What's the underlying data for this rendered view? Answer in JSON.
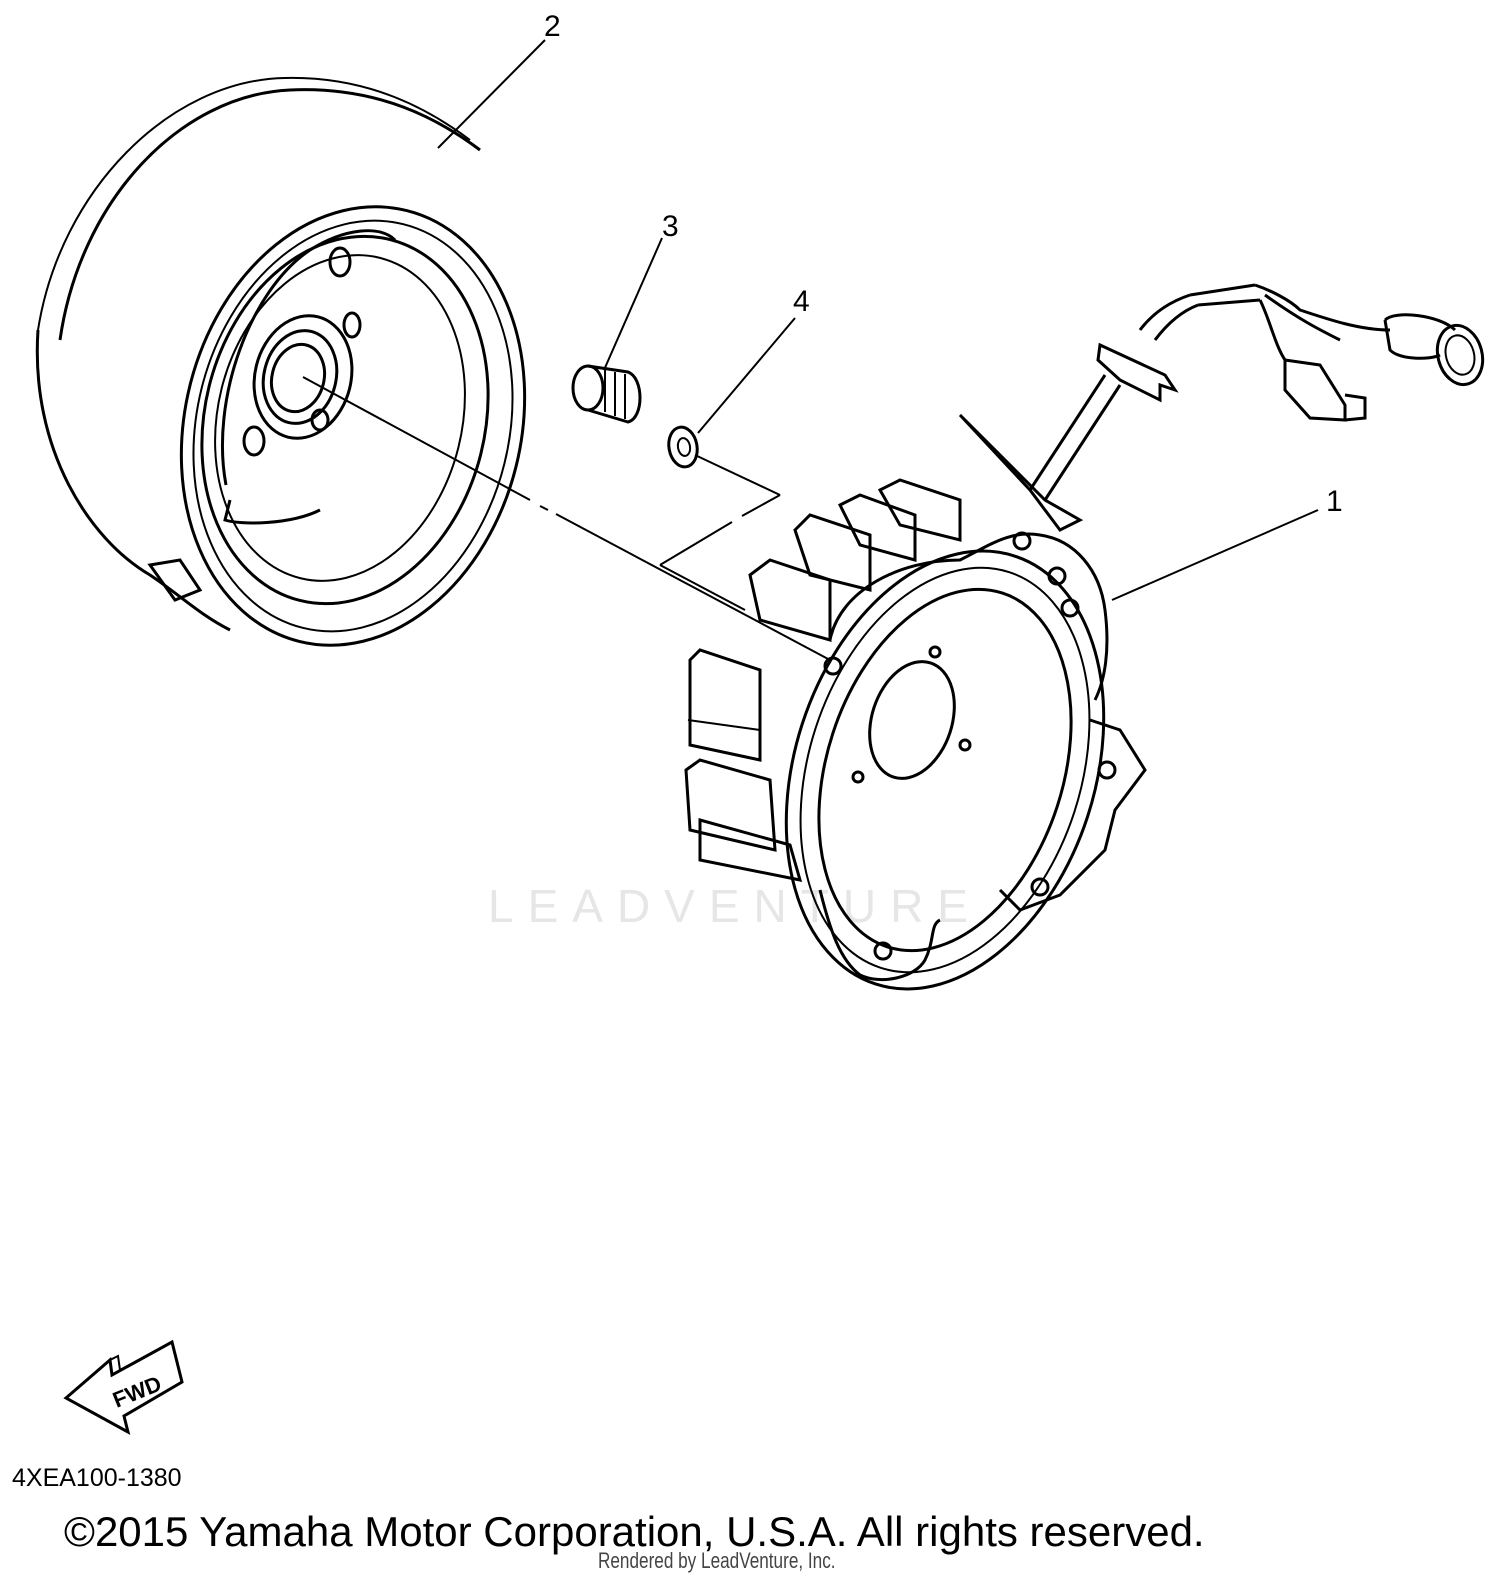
{
  "diagram": {
    "watermark": "LEADVENTURE",
    "callouts": [
      {
        "id": "1",
        "part": "stator-assembly"
      },
      {
        "id": "2",
        "part": "rotor-flywheel"
      },
      {
        "id": "3",
        "part": "screw"
      },
      {
        "id": "4",
        "part": "washer"
      }
    ],
    "direction_label": "FWD",
    "diagram_code": "4XEA100-1380"
  },
  "footer": {
    "copyright": "©2015 Yamaha Motor Corporation, U.S.A. All rights reserved.",
    "rendered_by": "Rendered by LeadVenture, Inc."
  },
  "colors": {
    "line": "#000000",
    "background": "#ffffff",
    "watermark": "#e6e6e6"
  }
}
